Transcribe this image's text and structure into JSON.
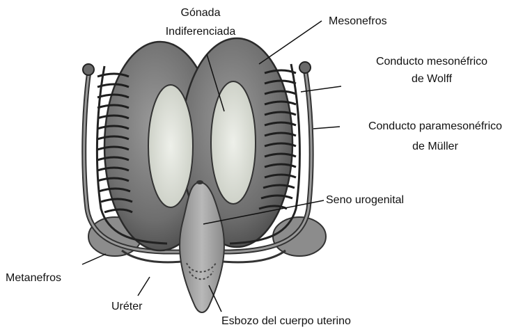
{
  "labels": {
    "gonada_line1": "Gónada",
    "gonada_line2": "Indiferenciada",
    "mesonefros": "Mesonefros",
    "wolff_line1": "Conducto mesonéfrico",
    "wolff_line2": "de Wolff",
    "muller_line1": "Conducto paramesonéfrico",
    "muller_line2": "de Müller",
    "seno": "Seno urogenital",
    "metanefros": "Metanefros",
    "ureter": "Uréter",
    "esbozo": "Esbozo del cuerpo uterino"
  }
}
